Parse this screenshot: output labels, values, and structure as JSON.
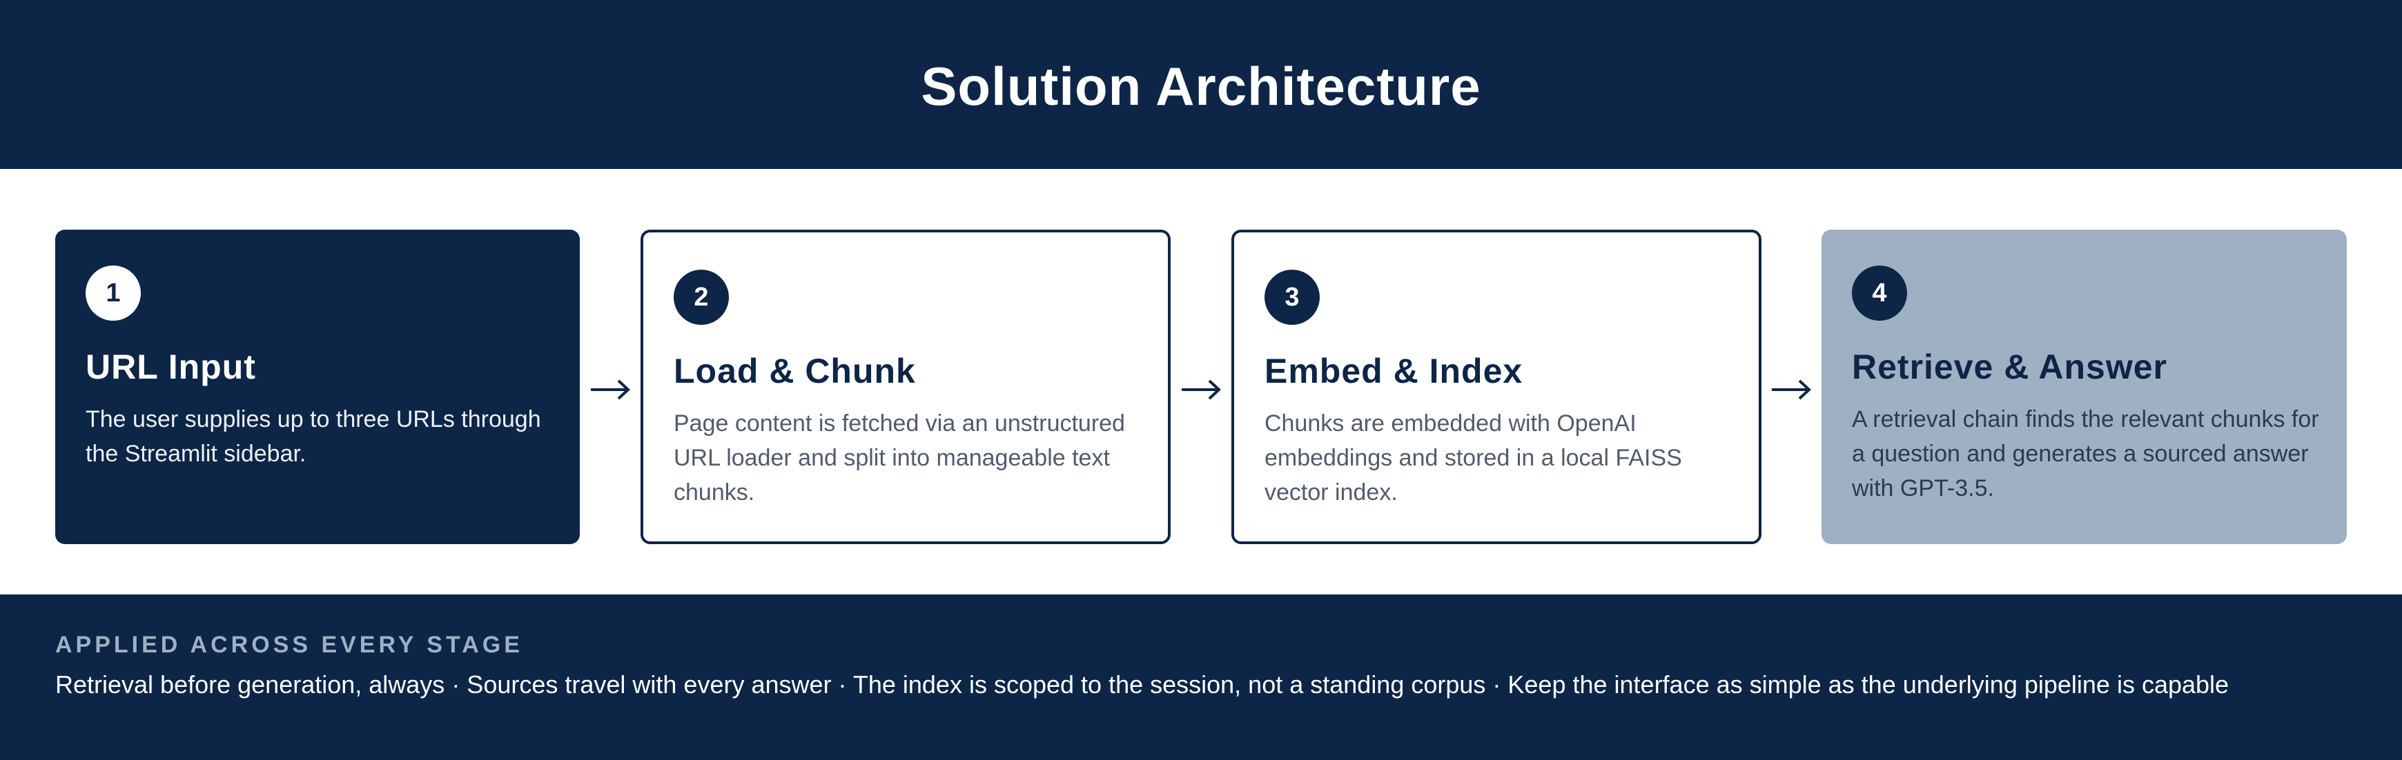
{
  "header": {
    "title": "Solution Architecture"
  },
  "steps": [
    {
      "number": "1",
      "title": "URL Input",
      "description": "The user supplies up to three URLs through the Streamlit sidebar."
    },
    {
      "number": "2",
      "title": "Load & Chunk",
      "description": "Page content is fetched via an unstructured URL loader and split into manageable text chunks."
    },
    {
      "number": "3",
      "title": "Embed & Index",
      "description": "Chunks are embedded with OpenAI embeddings and stored in a local FAISS vector index."
    },
    {
      "number": "4",
      "title": "Retrieve & Answer",
      "description": "A retrieval chain finds the relevant chunks for a question and generates a sourced answer with GPT-3.5."
    }
  ],
  "footer": {
    "heading": "APPLIED ACROSS EVERY STAGE",
    "text": "Retrieval before generation, always · Sources travel with every answer · The index is scoped to the session, not a standing corpus · Keep the interface as simple as the underlying pipeline is capable"
  },
  "colors": {
    "navy": "#0d2547",
    "slate": "#9eb0c2",
    "white": "#ffffff",
    "body_gray": "#515c6b"
  },
  "icons": {
    "connector": "right-arrow-icon"
  }
}
